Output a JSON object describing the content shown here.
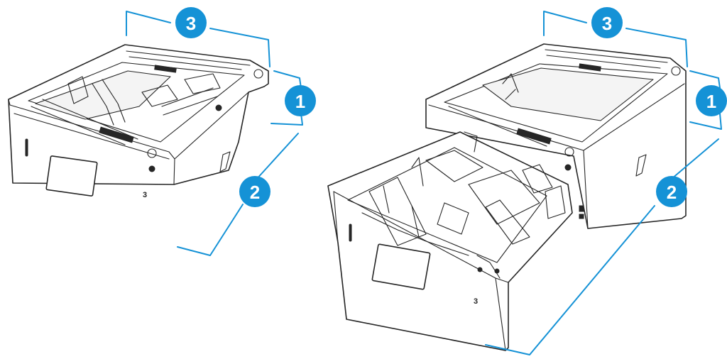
{
  "accent_color": "#1592d6",
  "left_figure": {
    "callouts": [
      "3",
      "1",
      "2"
    ],
    "tray_label": "3"
  },
  "right_figure": {
    "callouts": [
      "3",
      "1",
      "2"
    ],
    "tray_label": "3"
  }
}
